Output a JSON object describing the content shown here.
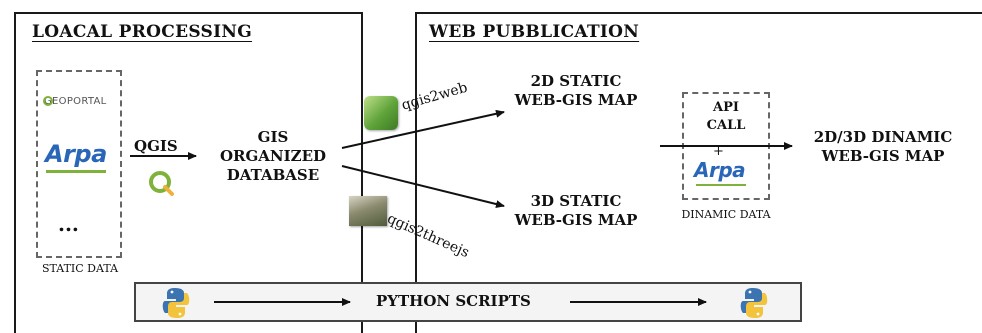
{
  "local": {
    "title": "LOACAL PROCESSING"
  },
  "web": {
    "title": "WEB PUBBLICATION"
  },
  "static_data": {
    "label": "STATIC DATA",
    "source1": "GEOPORTAL",
    "source2": "Arpa",
    "more": "..."
  },
  "qgis": {
    "label": "QGIS"
  },
  "database": {
    "line1": "GIS",
    "line2": "ORGANIZED",
    "line3": "DATABASE"
  },
  "plugins": {
    "qgis2web": "qgis2web",
    "qgis2threejs": "qgis2threejs"
  },
  "map2d": {
    "line1": "2D STATIC",
    "line2": "WEB-GIS MAP"
  },
  "map3d": {
    "line1": "3D STATIC",
    "line2": "WEB-GIS MAP"
  },
  "dynamic": {
    "api_line1": "API",
    "api_line2": "CALL",
    "plus": "+",
    "logo": "Arpa",
    "label": "DINAMIC DATA"
  },
  "final": {
    "line1": "2D/3D DINAMIC",
    "line2": "WEB-GIS MAP"
  },
  "python": {
    "label": "PYTHON SCRIPTS"
  },
  "colors": {
    "python_blue": "#3b74b0",
    "python_yellow": "#f3c33b",
    "qgis_green": "#7fb23b",
    "arpa_blue": "#2a66b8"
  }
}
